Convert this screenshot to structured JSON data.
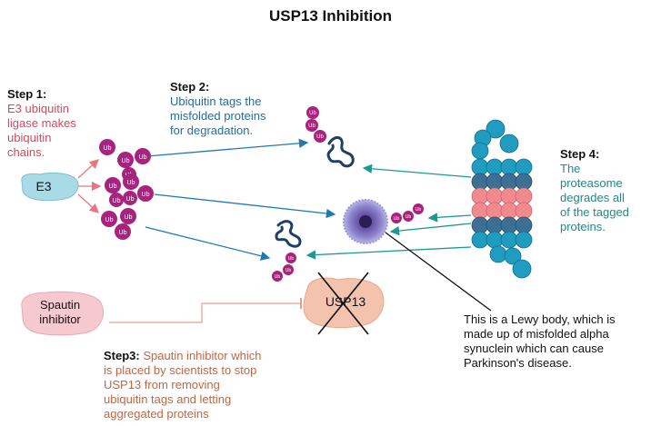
{
  "title": "USP13 Inhibition",
  "step1": {
    "heading": "Step 1:",
    "lines": [
      "E3 ubiquitin",
      "ligase makes",
      "ubiquitin",
      "chains."
    ]
  },
  "step2": {
    "heading": "Step 2:",
    "lines": [
      "Ubiquitin tags the",
      "misfolded proteins",
      "for degradation."
    ]
  },
  "step3": {
    "heading": "Step3:",
    "lines": [
      "Spautin inhibitor which",
      "is placed by scientists to stop",
      "USP13 from removing",
      "ubiquitin tags and letting",
      "aggregated proteins"
    ]
  },
  "step4": {
    "heading": "Step 4:",
    "lines": [
      "The",
      "proteasome",
      "degrades all",
      "of the tagged",
      "proteins."
    ]
  },
  "lewy_note": [
    "This is a Lewy body, which is",
    "made up of misfolded  alpha",
    "synuclein which can cause",
    "Parkinson's disease."
  ],
  "labels": {
    "e3": "E3",
    "spautin": [
      "Spautin",
      "inhibitor"
    ],
    "usp13": "USP13",
    "ub": "Ub"
  },
  "colors": {
    "ub": "#a8237e",
    "e3": "#a9dbe6",
    "spautin": "#f6c9d1",
    "usp13": "#f4c3ad",
    "proteasome_teal": "#1f9cc0",
    "proteasome_dark": "#3d6f93",
    "proteasome_pink": "#f08a8f",
    "lewy": "#7b6fb8"
  }
}
